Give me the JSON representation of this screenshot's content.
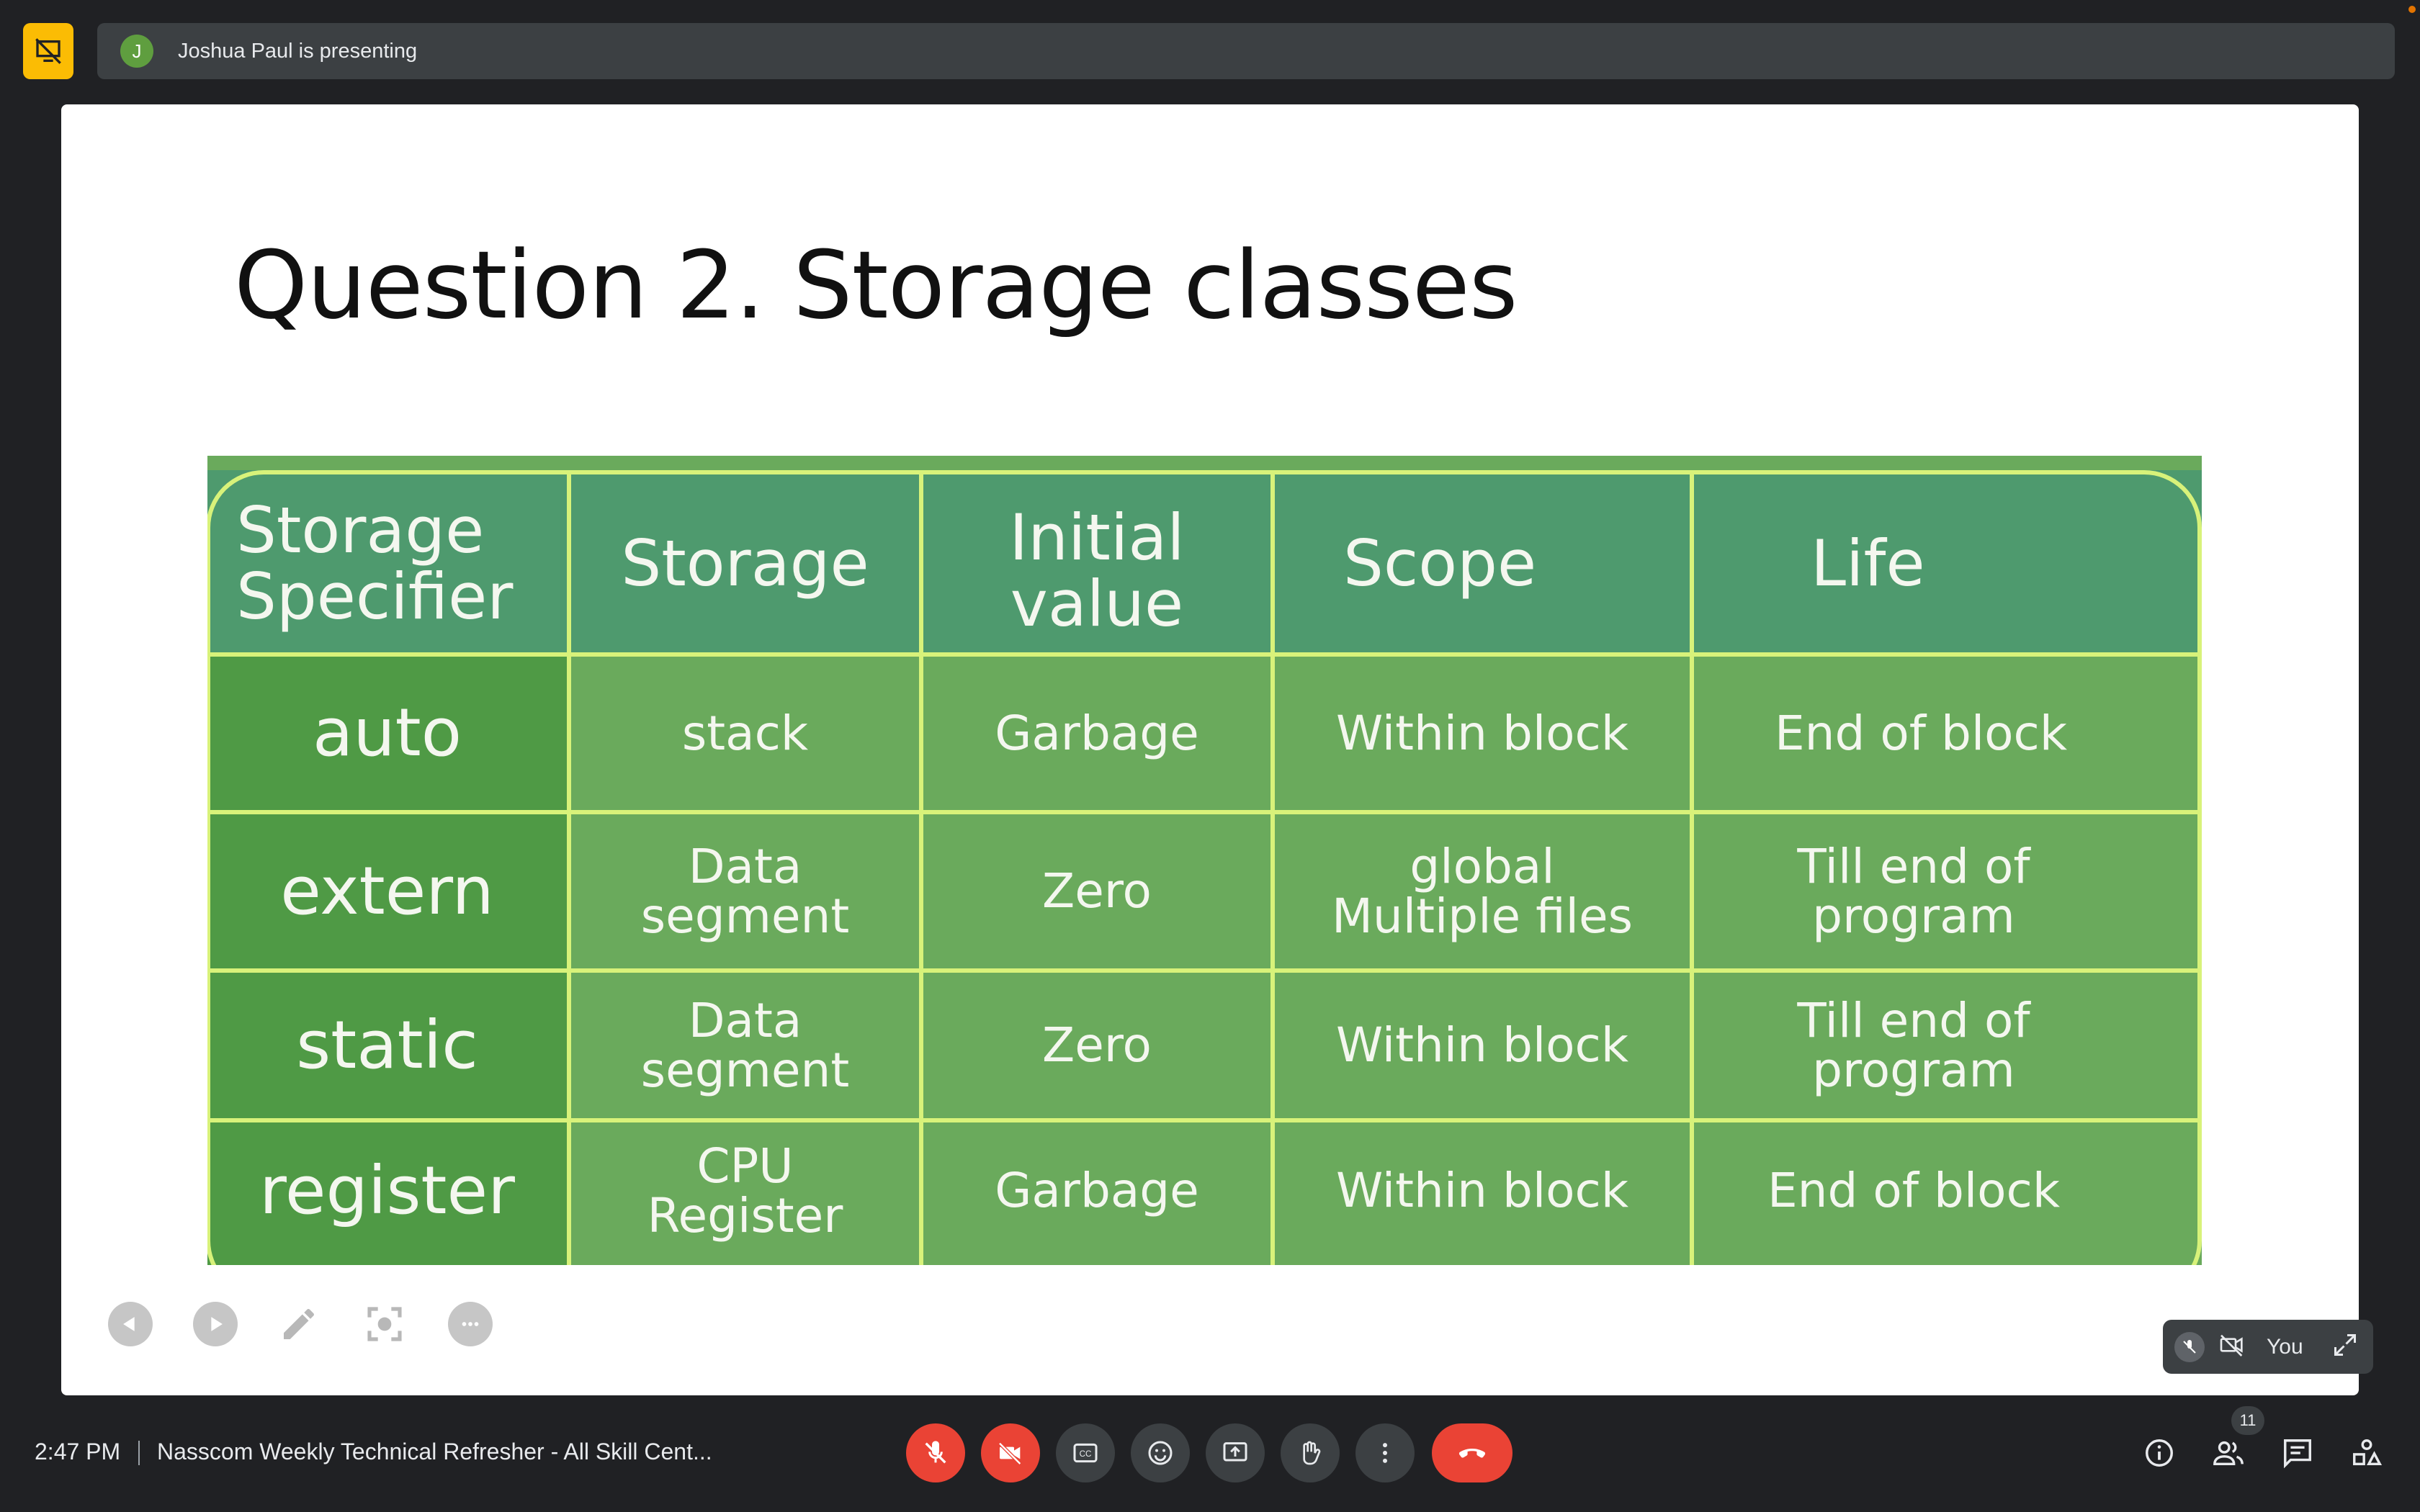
{
  "presenting": {
    "avatar_initial": "J",
    "text": "Joshua Paul is presenting"
  },
  "slide": {
    "title": "Question 2. Storage classes",
    "table": {
      "headers": [
        "Storage\nSpecifier",
        "Storage",
        "Initial\nvalue",
        "Scope",
        "Life"
      ],
      "rows": [
        [
          "auto",
          "stack",
          "Garbage",
          "Within block",
          "End of block"
        ],
        [
          "extern",
          "Data\nsegment",
          "Zero",
          "global\nMultiple files",
          "Till end of\nprogram"
        ],
        [
          "static",
          "Data\nsegment",
          "Zero",
          "Within block",
          "Till end of\nprogram"
        ],
        [
          "register",
          "CPU\nRegister",
          "Garbage",
          "Within block",
          "End of block"
        ]
      ]
    }
  },
  "self_tile": {
    "label": "You"
  },
  "footer": {
    "time": "2:47 PM",
    "meeting_title": "Nasscom Weekly Technical Refresher - All Skill Cent...",
    "participants_count": "11"
  },
  "controls": [
    "mic-off-icon",
    "camera-off-icon",
    "captions-icon",
    "emoji-icon",
    "present-icon",
    "raise-hand-icon",
    "more-options-icon",
    "leave-call-icon"
  ],
  "colors": {
    "accent_yellow": "#fbbc04",
    "danger_red": "#ea4335",
    "bar_bg": "#3c4043",
    "table_green": "#6aaa5c"
  }
}
